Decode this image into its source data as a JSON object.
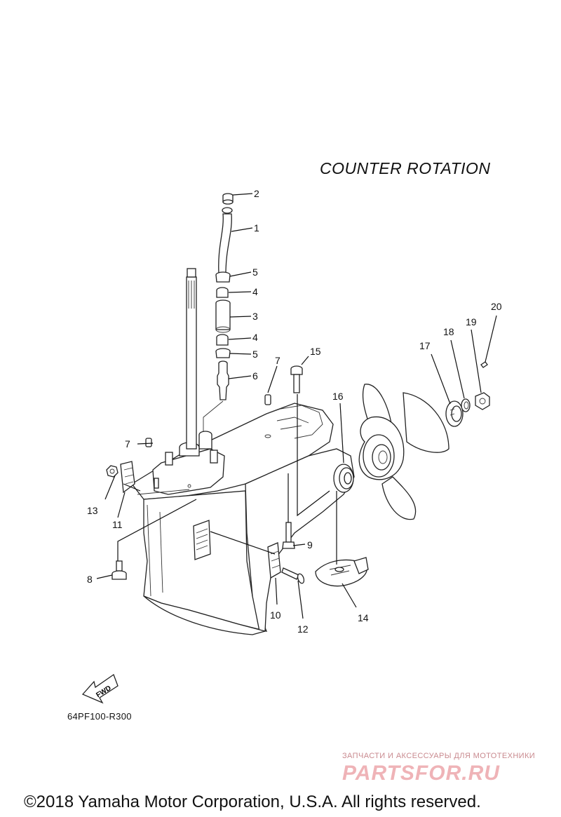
{
  "diagram": {
    "title": "COUNTER  ROTATION",
    "part_code": "64PF100-R300",
    "fwd_label": "FWD",
    "callouts": [
      "1",
      "2",
      "3",
      "4",
      "4",
      "5",
      "5",
      "6",
      "7",
      "7",
      "8",
      "9",
      "10",
      "11",
      "12",
      "13",
      "14",
      "15",
      "16",
      "17",
      "18",
      "19",
      "20"
    ]
  },
  "watermark": {
    "tagline": "ЗАПЧАСТИ И АКСЕССУАРЫ ДЛЯ МОТОТЕХНИКИ",
    "logo": "PARTSFOR.RU"
  },
  "footer": {
    "copyright": "©2018 Yamaha Motor Corporation, U.S.A. All rights reserved."
  }
}
